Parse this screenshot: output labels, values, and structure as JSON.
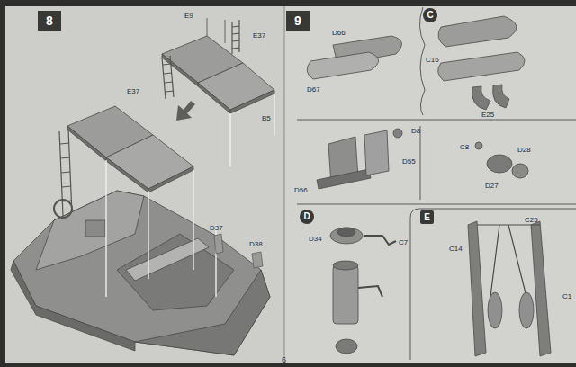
{
  "diagram": {
    "nodes": [
      {
        "text": [
          "8"
        ]
      },
      {
        "text": [
          "9"
        ]
      },
      {
        "text": [
          "C"
        ]
      },
      {
        "text": [
          "D"
        ]
      },
      {
        "text": [
          "E"
        ]
      }
    ],
    "labels": [
      "E9",
      "E37",
      "E37",
      "B5",
      "D37",
      "D38",
      "D66",
      "D67",
      "C16",
      "E25",
      "D8",
      "D56",
      "D55",
      "C8",
      "D28",
      "D27",
      "D34",
      "C7",
      "C25",
      "C14",
      "C1",
      "6"
    ]
  }
}
